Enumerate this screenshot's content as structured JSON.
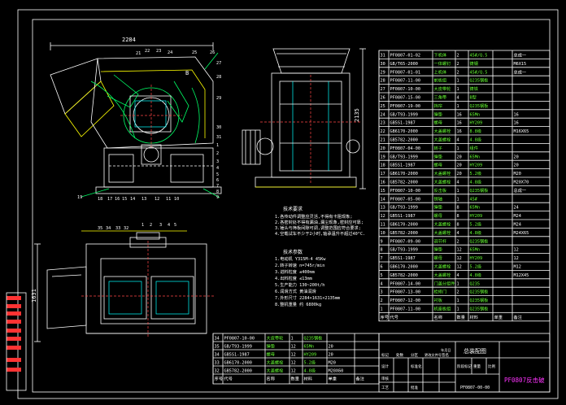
{
  "dimensions": {
    "top_width": "2284",
    "side_height": "2135",
    "plan_height": "1631"
  },
  "front_view_labels": {
    "top": [
      "21",
      "22",
      "23",
      "24",
      "25",
      "26"
    ],
    "left": [
      "19"
    ],
    "bottom": [
      "18",
      "17",
      "16",
      "15",
      "14",
      "13",
      "12",
      "11",
      "10"
    ],
    "right_side": [
      "B",
      "27",
      "28",
      "29",
      "30",
      "31",
      "1",
      "2",
      "3",
      "4",
      "5",
      "6",
      "7",
      "8",
      "9"
    ]
  },
  "plan_labels": [
    "35",
    "34",
    "33",
    "32",
    "1",
    "2",
    "3",
    "4",
    "5"
  ],
  "notes": {
    "title": "技术要求",
    "lines": [
      "1.各传动件调整应灵活,不得有卡阻现象;",
      "2.各密封处不得有漏油,漏尘现象,密封应可靠;",
      "3.锤头与筛板间隙可调,调整范围应符合要求;",
      "4.空载试车不少于2小时,轴承温升不超过40°C."
    ],
    "specs_title": "技术参数",
    "specs": [
      "1.电动机 Y315M-4  45Kw",
      "2.转子转速 n=745r/min",
      "3.进料粒度 ≤400mm",
      "4.出料粒度 ≤13mm",
      "5.生产能力 130~200t/h",
      "6.润滑方式 黄油润滑",
      "7.外形尺寸 2284×1631×2135mm",
      "8.整机重量 约 6800kg"
    ]
  },
  "parts_table": [
    [
      "31",
      "PF0807-01-02",
      "下机体",
      "2",
      "45#/Q.5",
      "",
      "总成一"
    ],
    [
      "30",
      "GB/T65-2000",
      "一体螺钉",
      "2",
      "铸钢",
      "",
      "M6X15"
    ],
    [
      "29",
      "PF0807-01-01",
      "上机体",
      "2",
      "45#/Q.5",
      "",
      "总成一"
    ],
    [
      "28",
      "PF0807-11-00",
      "前板组",
      "1",
      "Q235钢板",
      "",
      ""
    ],
    [
      "27",
      "PF0807-10-00",
      "大皮带轮",
      "1",
      "铸铁",
      "",
      ""
    ],
    [
      "26",
      "PF0807-15-00",
      "三角带",
      "4",
      "B型",
      "",
      ""
    ],
    [
      "25",
      "PF0807-19-00",
      "挡帘",
      "1",
      "Q235钢板",
      "",
      ""
    ],
    [
      "24",
      "GB/T93-1999",
      "弹垫",
      "16",
      "65Mn",
      "",
      "16"
    ],
    [
      "23",
      "GB5S1-1987",
      "螺母",
      "16",
      "HY209",
      "",
      "16"
    ],
    [
      "22",
      "GB6170-2000",
      "大盖螺栓",
      "16",
      "8.8级",
      "",
      "M16X65"
    ],
    [
      "21",
      "GB5782-2000",
      "大盖螺栓",
      "4",
      "4.8级",
      "",
      ""
    ],
    [
      "20",
      "PF0807-04-00",
      "转子",
      "1",
      "组件",
      "",
      ""
    ],
    [
      "19",
      "GB/T93-1999",
      "弹垫",
      "20",
      "65Mn",
      "",
      "20"
    ],
    [
      "18",
      "GB5S1-1987",
      "螺母",
      "20",
      "HY209",
      "",
      "20"
    ],
    [
      "17",
      "GB6170-2000",
      "大盖螺栓",
      "20",
      "5.2级",
      "",
      "M20"
    ],
    [
      "16",
      "GB5782-2000",
      "大盖螺栓",
      "4",
      "4.8级",
      "",
      "M20X70"
    ],
    [
      "15",
      "PF0807-10-00",
      "反击板",
      "1",
      "Q235钢板",
      "",
      "总成一"
    ],
    [
      "14",
      "PF0807-05-00",
      "销轴",
      "1",
      "45#",
      "",
      ""
    ],
    [
      "13",
      "GB/T93-1999",
      "弹垫",
      "8",
      "65Mn",
      "",
      "24"
    ],
    [
      "12",
      "GB5S1-1987",
      "螺母",
      "8",
      "HY209",
      "",
      "M24"
    ],
    [
      "11",
      "GB6170-2000",
      "大盖螺栓",
      "8",
      "5.2级",
      "",
      "M24"
    ],
    [
      "10",
      "GB5782-2000",
      "大盖螺栓",
      "4",
      "4.8级",
      "",
      "M24X65"
    ],
    [
      "9",
      "PF0807-09-00",
      "调节杆",
      "2",
      "Q235钢板",
      "",
      ""
    ],
    [
      "8",
      "GB/T93-1999",
      "弹垫",
      "12",
      "65Mn",
      "",
      "12"
    ],
    [
      "7",
      "GB5S1-1987",
      "螺母",
      "12",
      "HY209",
      "",
      "12"
    ],
    [
      "6",
      "GB6170-2000",
      "大盖螺栓",
      "12",
      "5.2级",
      "",
      "M12"
    ],
    [
      "5",
      "GB5782-2000",
      "大盖螺栓",
      "4",
      "4.8级",
      "",
      "M12X45"
    ],
    [
      "4",
      "PF0807-14-00",
      "门盖分组件",
      "1",
      "Q235",
      "",
      ""
    ],
    [
      "3",
      "PF0807-13-00",
      "检修门",
      "2",
      "Q235钢板",
      "",
      ""
    ],
    [
      "2",
      "PF0807-12-00",
      "衬板",
      "1",
      "Q235钢板",
      "",
      ""
    ],
    [
      "1",
      "PF0807-11-00",
      "机座板组",
      "1",
      "Q235钢板",
      "",
      ""
    ]
  ],
  "parts_header": [
    "序号",
    "代号",
    "名称",
    "数量",
    "材料",
    "单重",
    "备注"
  ],
  "left_table": [
    [
      "34",
      "PF0807-10-00",
      "大皮带轮",
      "1",
      "Q235钢板",
      "",
      ""
    ],
    [
      "35",
      "GB/T93-1999",
      "弹垫",
      "12",
      "65Mn",
      "20",
      ""
    ],
    [
      "34",
      "GB5S1-1987",
      "螺母",
      "12",
      "HY209",
      "20",
      ""
    ],
    [
      "33",
      "GB6170-2000",
      "大盖螺栓",
      "12",
      "5.2级",
      "M20",
      ""
    ],
    [
      "32",
      "GB5782-2000",
      "大盖螺栓",
      "12",
      "4.8级",
      "M20X60",
      ""
    ]
  ],
  "left_table_header": [
    "序号",
    "代号",
    "名称",
    "数量",
    "材料",
    "单重",
    "备注"
  ],
  "title_block": {
    "drawing_name": "总装配图",
    "company": "PF0807反击破",
    "drawing_no": "PF0807-00-00",
    "labels": [
      "标记",
      "处数",
      "分区",
      "更改文件号",
      "签名",
      "年月日"
    ],
    "row2": [
      "设计",
      "标准化",
      "阶段标记",
      "重量",
      "比例"
    ],
    "row3": [
      "审核",
      "工艺",
      "批准"
    ]
  }
}
